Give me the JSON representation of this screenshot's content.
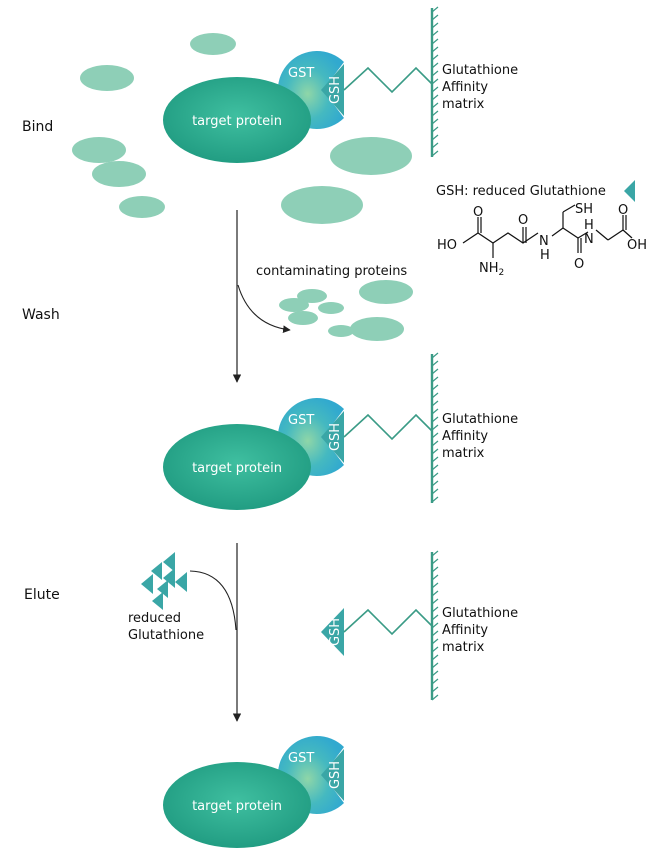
{
  "steps": {
    "bind": "Bind",
    "wash": "Wash",
    "elute": "Elute"
  },
  "labels": {
    "target_protein": "target protein",
    "gst": "GST",
    "gsh": "GSH",
    "matrix_line1": "Glutathione",
    "matrix_line2": "Affinity",
    "matrix_line3": "matrix",
    "contaminating": "contaminating proteins",
    "reduced_line1": "reduced",
    "reduced_line2": "Glutathione"
  },
  "legend": {
    "gsh_title": "GSH: reduced Glutathione"
  },
  "structure": {
    "ho": "HO",
    "oh": "OH",
    "o": "O",
    "sh": "SH",
    "n": "N",
    "h": "H",
    "nh2": "NH",
    "sub2": "2"
  },
  "colors": {
    "protein": "#2aa58a",
    "protein_light": "#47c4a6",
    "contaminant": "#8ecfb7",
    "gst": "#3fb6c7",
    "gsh": "#3aa6a6",
    "linker": "#3a9b86",
    "matrix": "#3a9b86"
  }
}
